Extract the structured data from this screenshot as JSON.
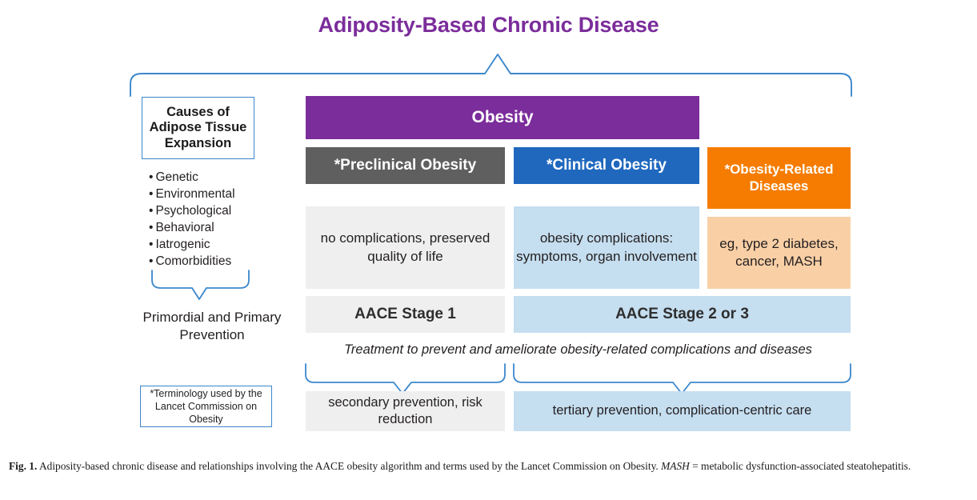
{
  "title": "Adiposity-Based Chronic Disease",
  "colors": {
    "title_purple": "#7B2D9B",
    "obesity_purple": "#7B2D9B",
    "preclinical_grey": "#5F5F5F",
    "clinical_blue": "#1F68BE",
    "related_orange": "#F57C00",
    "light_grey": "#EFEFEF",
    "light_blue": "#C5DEF0",
    "light_orange": "#F9D0A6",
    "brace_blue": "#3B87CC"
  },
  "left_column": {
    "causes_box_title": "Causes of Adipose Tissue Expansion",
    "causes": [
      "Genetic",
      "Environmental",
      "Psychological",
      "Behavioral",
      "Iatrogenic",
      "Comorbidities"
    ],
    "prevention_label": "Primordial and Primary Prevention",
    "terminology_note": "*Terminology used by the Lancet Commission on Obesity"
  },
  "main": {
    "umbrella_label": "Obesity",
    "columns": [
      {
        "header": "*Preclinical Obesity",
        "body": "no complications, preserved quality of life",
        "stage": "AACE Stage 1",
        "prevention": "secondary prevention, risk reduction"
      },
      {
        "header": "*Clinical Obesity",
        "body": "obesity complications: symptoms, organ involvement",
        "stage": "AACE Stage 2 or 3",
        "prevention": "tertiary prevention, complication-centric care"
      },
      {
        "header": "*Obesity-Related Diseases",
        "body": "eg, type 2 diabetes, cancer, MASH"
      }
    ],
    "treatment_line": "Treatment to prevent and ameliorate obesity-related complications and diseases"
  },
  "caption": {
    "label": "Fig. 1.",
    "text_part1": " Adiposity-based chronic disease and relationships involving the AACE obesity algorithm and terms used by the Lancet Commission on Obesity. ",
    "abbrev": "MASH",
    "text_part2": " = metabolic dysfunction-associated steatohepatitis."
  }
}
